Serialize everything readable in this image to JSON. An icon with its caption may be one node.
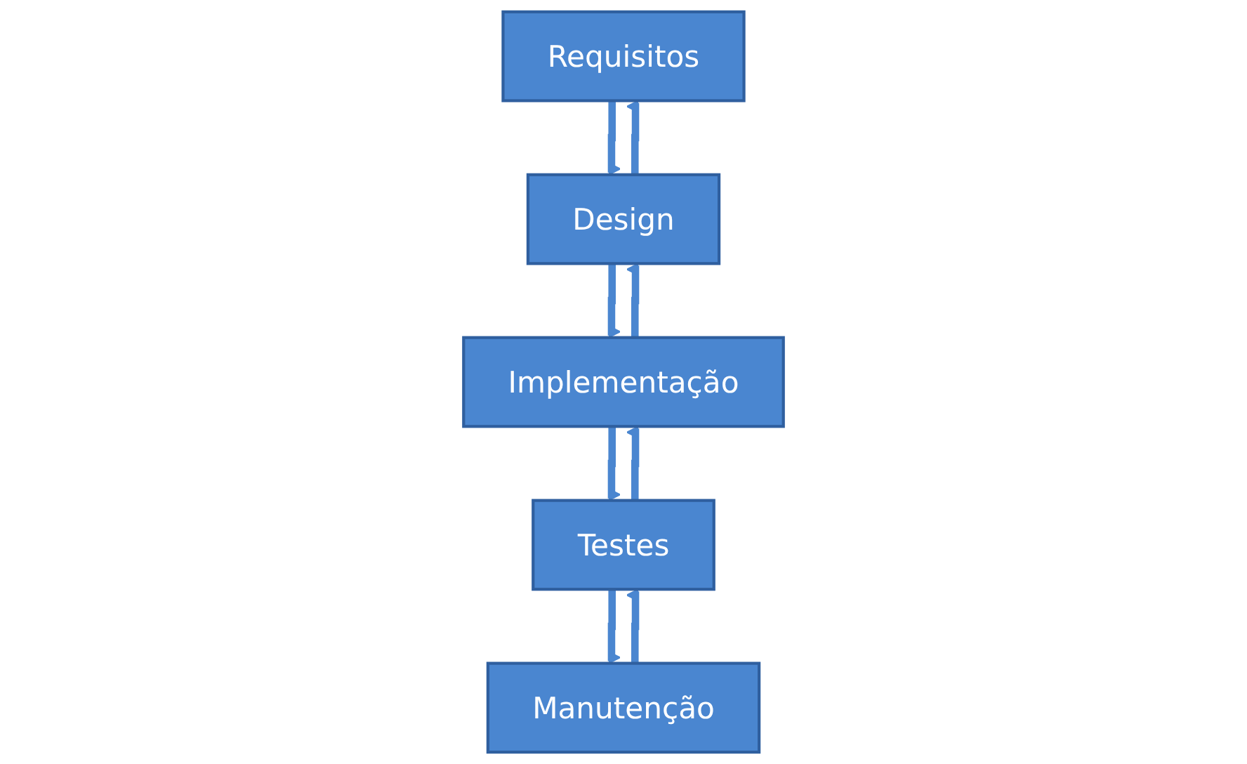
{
  "diagram": {
    "nodes": [
      {
        "text": [
          "Requisitos"
        ]
      },
      {
        "text": [
          "Design"
        ]
      },
      {
        "text": [
          "Implementação"
        ]
      },
      {
        "text": [
          "Testes"
        ]
      },
      {
        "text": [
          "Manutenção"
        ]
      }
    ],
    "edges": [
      {
        "from": 0,
        "to": 1,
        "arrow": "to"
      },
      {
        "from": 1,
        "to": 0,
        "arrow": "to"
      },
      {
        "from": 1,
        "to": 2,
        "arrow": "to"
      },
      {
        "from": 2,
        "to": 1,
        "arrow": "to"
      },
      {
        "from": 2,
        "to": 3,
        "arrow": "to"
      },
      {
        "from": 3,
        "to": 2,
        "arrow": "to"
      },
      {
        "from": 3,
        "to": 4,
        "arrow": "to"
      },
      {
        "from": 4,
        "to": 3,
        "arrow": "to"
      }
    ]
  }
}
